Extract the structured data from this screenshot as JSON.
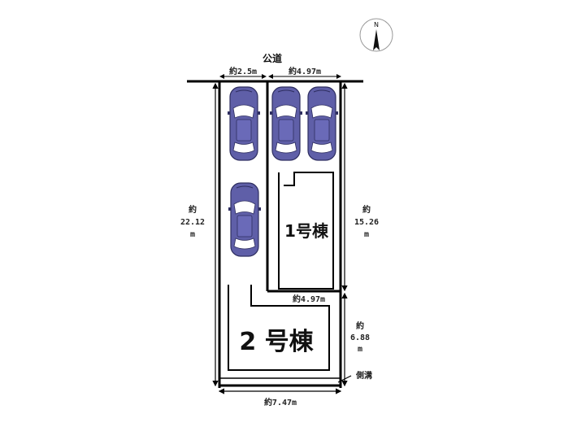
{
  "compass": {
    "label": "N"
  },
  "road": {
    "label": "公道"
  },
  "dimensions": {
    "top_left_width": "約2.5m",
    "top_right_width": "約4.97m",
    "left_depth": [
      "約",
      "22.12",
      "m"
    ],
    "right_upper_depth": [
      "約",
      "15.26",
      "m"
    ],
    "middle_width": "約4.97m",
    "right_lower_depth": [
      "約",
      "6.88",
      "m"
    ],
    "bottom_width": "約7.47m"
  },
  "buildings": {
    "building1": "1号棟",
    "building2": "2 号棟"
  },
  "gutter": {
    "label": "側溝"
  },
  "colors": {
    "car_body": "#5f5fa8",
    "car_window": "#ffffff",
    "line": "#000000"
  }
}
